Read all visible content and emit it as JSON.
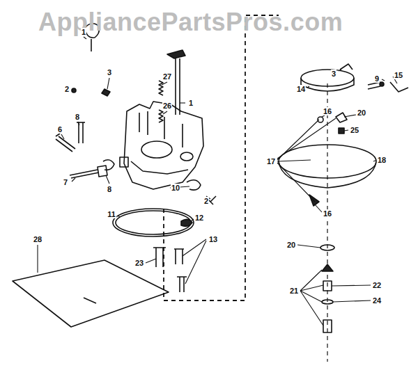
{
  "diagram": {
    "labels": [
      "AppliancePartsPros.com",
      "1",
      "27",
      "1",
      "3",
      "2",
      "26",
      "8",
      "6",
      "7",
      "8",
      "10",
      "2",
      "11",
      "12",
      "13",
      "23",
      "28",
      "14",
      "3",
      "9",
      "15",
      "16",
      "20",
      "25",
      "17",
      "18",
      "16",
      "20",
      "21",
      "22",
      "24"
    ]
  }
}
